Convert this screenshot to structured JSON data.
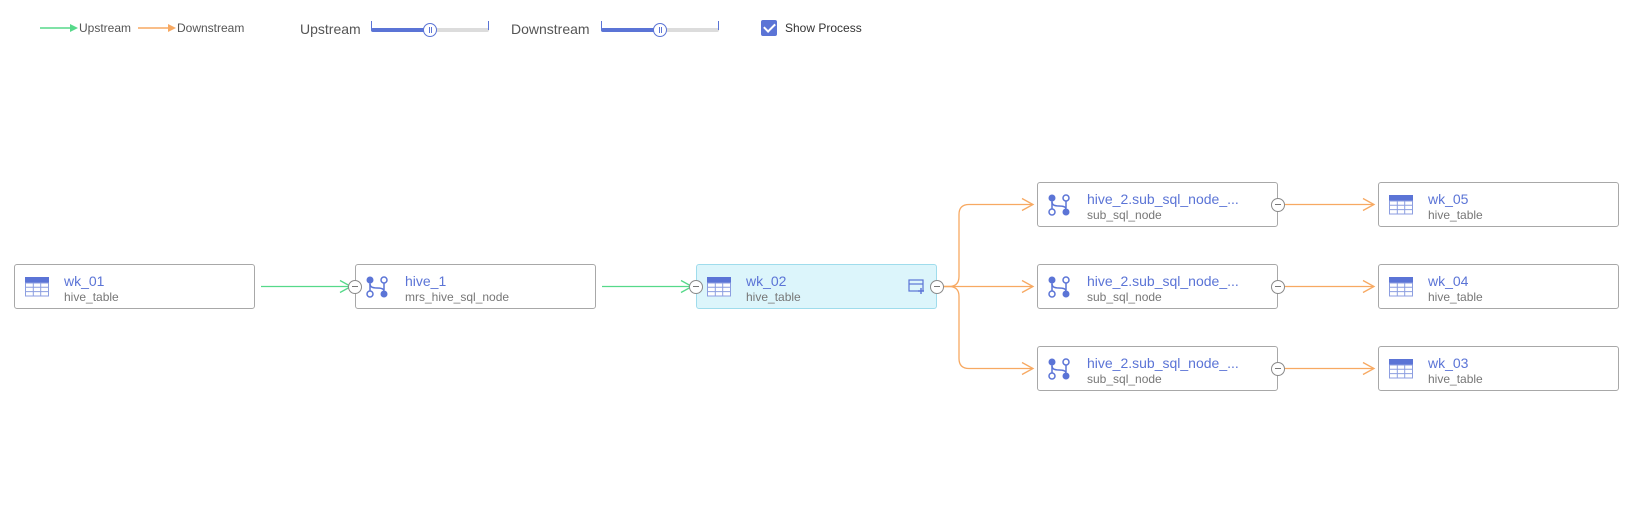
{
  "legend": {
    "upstream_label": "Upstream",
    "downstream_label": "Downstream",
    "upstream_color": "#56d98a",
    "downstream_color": "#f7a962"
  },
  "sliders": {
    "upstream": {
      "label": "Upstream",
      "level": 0.5
    },
    "downstream": {
      "label": "Downstream",
      "level": 0.5
    }
  },
  "show_process": {
    "label": "Show Process",
    "checked": true
  },
  "accent_color": "#5b74d6",
  "nodes": [
    {
      "id": "wk_01",
      "title": "wk_01",
      "subtitle": "hive_table",
      "kind": "table-icon"
    },
    {
      "id": "hive_1",
      "title": "hive_1",
      "subtitle": "mrs_hive_sql_node",
      "kind": "process-icon"
    },
    {
      "id": "wk_02",
      "title": "wk_02",
      "subtitle": "hive_table",
      "kind": "table-icon",
      "selected": true
    },
    {
      "id": "sub1",
      "title": "hive_2.sub_sql_node_...",
      "subtitle": "sub_sql_node",
      "kind": "process-icon"
    },
    {
      "id": "sub2",
      "title": "hive_2.sub_sql_node_...",
      "subtitle": "sub_sql_node",
      "kind": "process-icon"
    },
    {
      "id": "sub3",
      "title": "hive_2.sub_sql_node_...",
      "subtitle": "sub_sql_node",
      "kind": "process-icon"
    },
    {
      "id": "wk_05",
      "title": "wk_05",
      "subtitle": "hive_table",
      "kind": "table-icon"
    },
    {
      "id": "wk_04",
      "title": "wk_04",
      "subtitle": "hive_table",
      "kind": "table-icon"
    },
    {
      "id": "wk_03",
      "title": "wk_03",
      "subtitle": "hive_table",
      "kind": "table-icon"
    }
  ],
  "edges": [
    {
      "from": "wk_01",
      "to": "hive_1",
      "direction": "upstream"
    },
    {
      "from": "hive_1",
      "to": "wk_02",
      "direction": "upstream"
    },
    {
      "from": "wk_02",
      "to": "sub1",
      "direction": "downstream"
    },
    {
      "from": "wk_02",
      "to": "sub2",
      "direction": "downstream"
    },
    {
      "from": "wk_02",
      "to": "sub3",
      "direction": "downstream"
    },
    {
      "from": "sub1",
      "to": "wk_05",
      "direction": "downstream"
    },
    {
      "from": "sub2",
      "to": "wk_04",
      "direction": "downstream"
    },
    {
      "from": "sub3",
      "to": "wk_03",
      "direction": "downstream"
    }
  ]
}
